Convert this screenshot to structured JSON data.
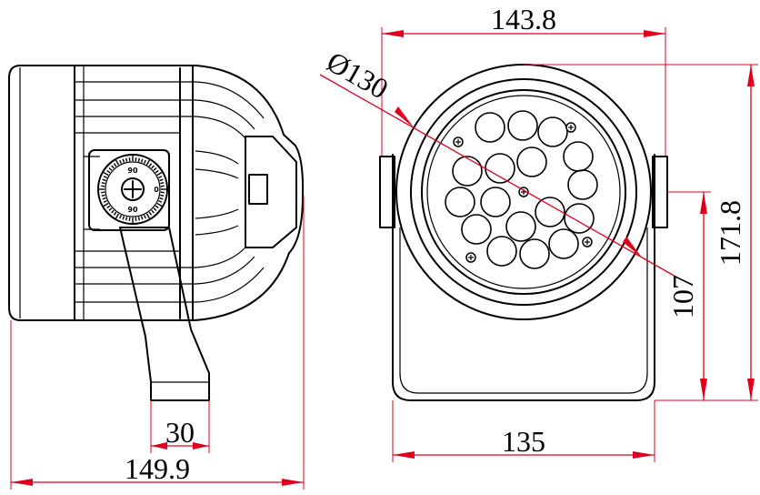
{
  "dimensions": {
    "side_depth": "149.9",
    "bracket_width": "30",
    "front_width": "143.8",
    "lens_diameter": "Ø130",
    "total_height": "171.8",
    "axis_height": "107",
    "base_width": "135"
  },
  "dial": {
    "top_mark": "90",
    "bottom_mark": "90",
    "side_mark": "0"
  },
  "colors": {
    "dimension_line": "#e0001b",
    "outline": "#000000",
    "background": "#ffffff"
  },
  "led_count": 18
}
